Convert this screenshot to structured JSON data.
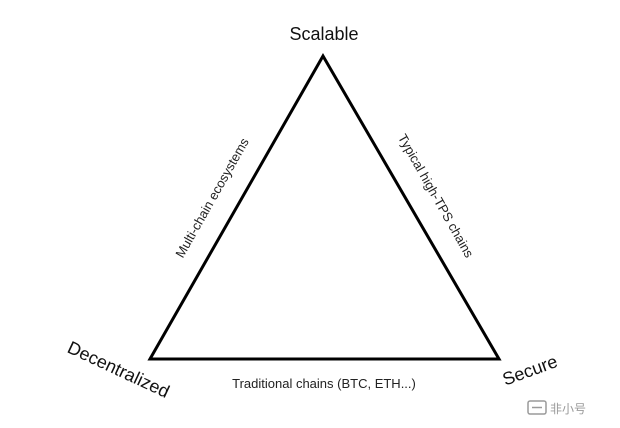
{
  "diagram": {
    "vertices": {
      "top": "Scalable",
      "left": "Decentralized",
      "right": "Secure"
    },
    "edges": {
      "left": "Multi-chain ecosystems",
      "right": "Typical high-TPS chains",
      "bottom": "Traditional chains (BTC, ETH...)"
    },
    "watermark": "非小号"
  },
  "colors": {
    "line": "#000000",
    "text": "#111111",
    "background": "#ffffff",
    "watermark": "#9a9a9a"
  }
}
